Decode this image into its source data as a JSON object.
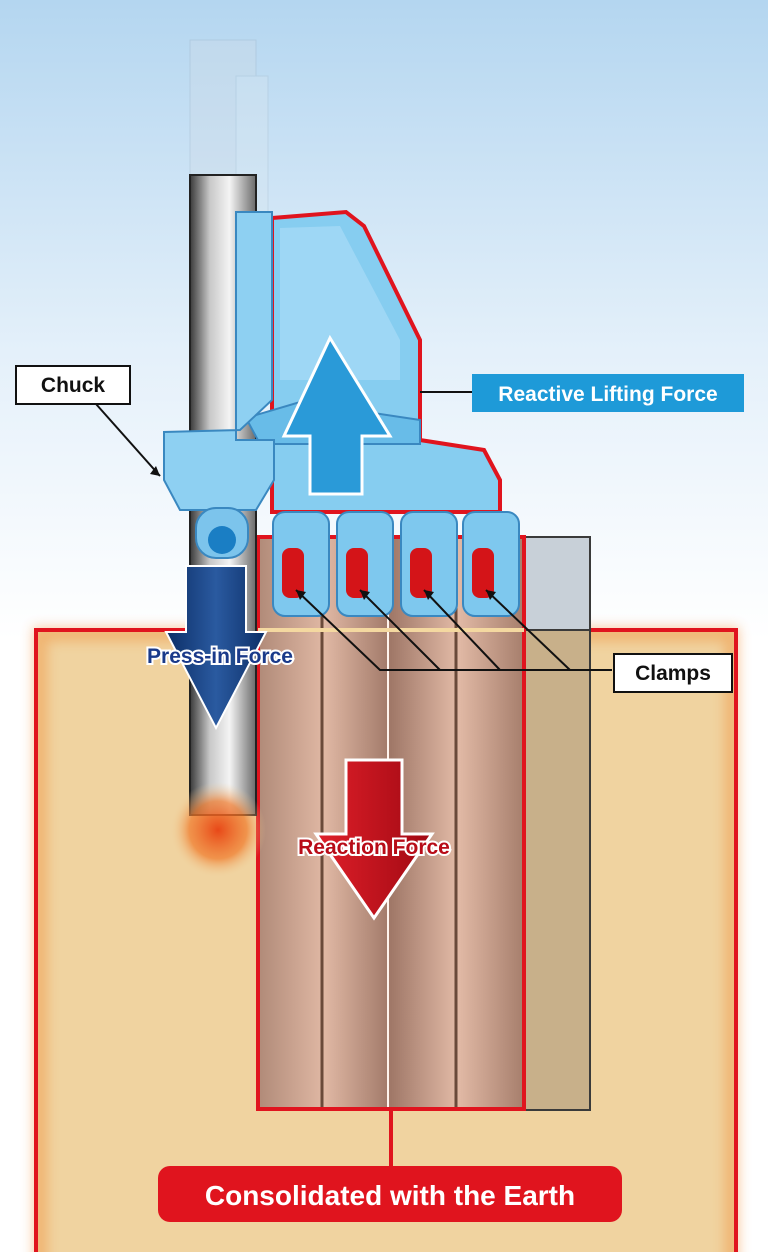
{
  "labels": {
    "chuck": "Chuck",
    "clamps": "Clamps",
    "reactive_lifting_force": "Reactive Lifting Force",
    "press_in_force": "Press-in Force",
    "reaction_force": "Reaction Force",
    "consolidated": "Consolidated with the Earth"
  },
  "colors": {
    "sky_top": "#b6d7f0",
    "machine_blue": "#7ec8ee",
    "lifting_arrow": "#2a9ad8",
    "press_arrow": "#123a7a",
    "reaction_arrow": "#c0101c",
    "highlight_red": "#e0141e",
    "soil": "#f0d3a0",
    "label_blue_bg": "#1e9ad8"
  }
}
